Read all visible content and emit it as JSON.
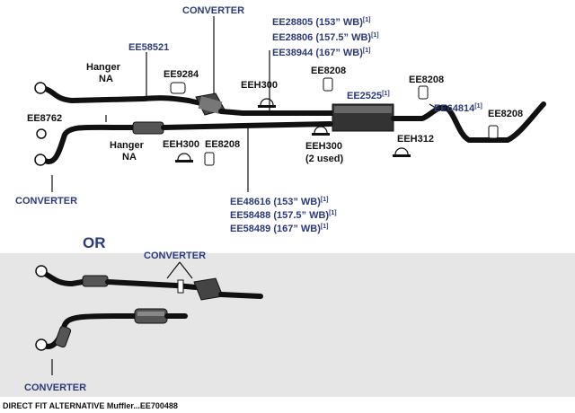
{
  "labels": {
    "converter_top": "CONVERTER",
    "ee58521": "EE58521",
    "hanger_top": "Hanger",
    "hanger_top_na": "NA",
    "ee9284": "EE9284",
    "eeh300_top": "EEH300",
    "ee28805": "EE28805 (153” WB)",
    "ee28806": "EE28806 (157.5” WB)",
    "ee38944": "EE38944 (167” WB)",
    "note_ref": "[1]",
    "ee8208_a": "EE8208",
    "ee2525": "EE2525",
    "ee8208_b": "EE8208",
    "ee64814": "EE64814",
    "ee8208_c": "EE8208",
    "ee8762": "EE8762",
    "hanger_mid": "Hanger",
    "hanger_mid_na": "NA",
    "eeh300_mid": "EEH300",
    "ee8208_mid": "EE8208",
    "eeh300_right": "EEH300",
    "used_note": "(2 used)",
    "eeh312": "EEH312",
    "converter_left": "CONVERTER",
    "ee48616": "EE48616 (153” WB)",
    "ee58488": "EE58488 (157.5” WB)",
    "ee58489": "EE58489 (167” WB)",
    "or": "OR",
    "converter_alt_top": "CONVERTER",
    "converter_alt_left": "CONVERTER",
    "footer": "DIRECT FIT ALTERNATIVE  Muffler...EE700488"
  }
}
